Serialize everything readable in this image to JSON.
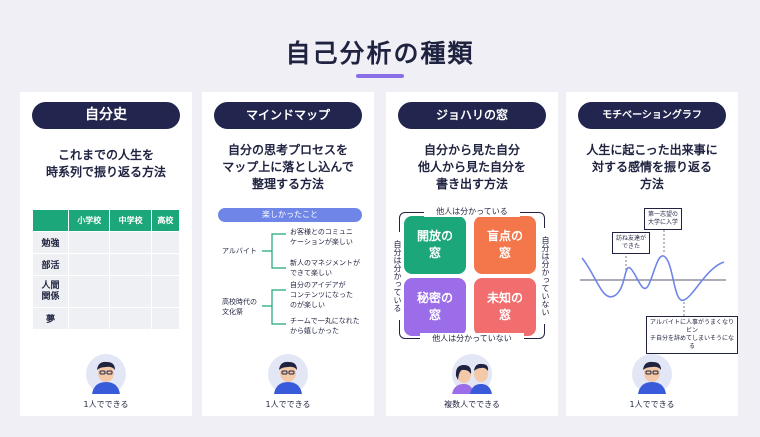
{
  "title": "自己分析の種類",
  "colors": {
    "navy": "#22254d",
    "accent": "#8a6ee8",
    "green": "#1ca77a",
    "orange": "#f4774b",
    "purple": "#9b6de8",
    "red": "#f26d6d",
    "blue": "#6f86e8"
  },
  "cards": [
    {
      "tag": "自分史",
      "description": "これまでの人生を\n時系列で振り返る方法",
      "caption": "1人でできる",
      "table": {
        "headers": [
          "",
          "小学校",
          "中学校",
          "高校"
        ],
        "rows": [
          "勉強",
          "部活",
          "人間\n関係",
          "夢"
        ]
      }
    },
    {
      "tag": "マインドマップ",
      "description": "自分の思考プロセスを\nマップ上に落とし込んで\n整理する方法",
      "caption": "1人でできる",
      "mindmap": {
        "root": "楽しかったこと",
        "branches": [
          {
            "label": "アルバイト",
            "leaves": [
              "お客様とのコミュニ\nケーションが楽しい",
              "新人のマネジメントが\nできて楽しい"
            ]
          },
          {
            "label": "高校時代の\n文化祭",
            "leaves": [
              "自分のアイデアが\nコンテンツになった\nのが楽しい",
              "チームで一丸になれた\nから嬉しかった"
            ]
          }
        ]
      }
    },
    {
      "tag": "ジョハリの窓",
      "description": "自分から見た自分\n他人から見た自分を\n書き出す方法",
      "caption": "複数人でできる",
      "johari": {
        "top": "他人は分かっている",
        "bottom": "他人は分かっていない",
        "left": "自分は分かっている",
        "right": "自分は分かっていない",
        "cells": [
          "開放の\n窓",
          "盲点の\n窓",
          "秘密の\n窓",
          "未知の\n窓"
        ]
      }
    },
    {
      "tag": "モチベーショングラフ",
      "description": "人生に起こった出来事に\n対する感情を振り返る\n方法",
      "caption": "1人でできる",
      "notes": [
        "第一志望の\n大学に入学",
        "訪ね友達が\nできた",
        "アルバイトに人事がうまくなりビン\nチ自分を辞めてしまいそうになる"
      ]
    }
  ]
}
